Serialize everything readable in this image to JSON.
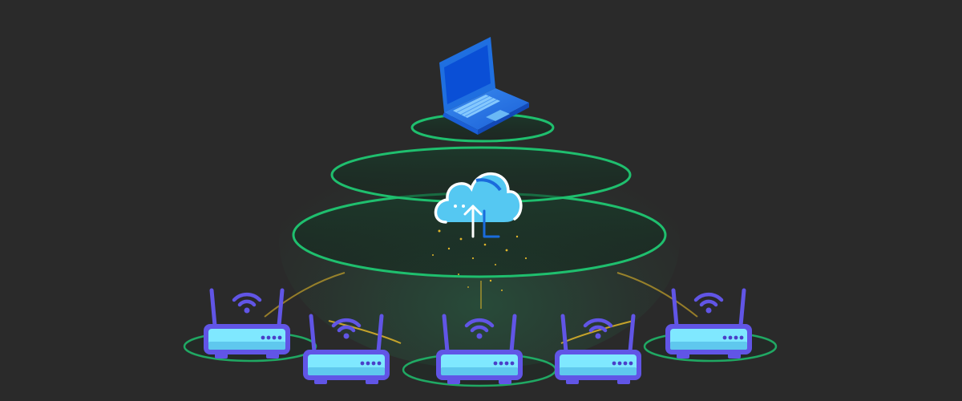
{
  "colors": {
    "background": "#2a2a2a",
    "ring_green": "#1fbf6e",
    "accent_line_green": "#1fd37a",
    "connection_gold": "#e0b52a",
    "router_purple": "#6155e6",
    "router_face": "#7fe8ff",
    "laptop_blue": "#1f6fe0",
    "laptop_screen": "#0a4fd6",
    "cloud_cyan": "#55c8f2",
    "cloud_blue_arrow": "#1a6bdc"
  },
  "icons": {
    "laptop": "laptop-icon",
    "cloud": "cloud-upload-icon",
    "router": "wifi-router-icon",
    "wifi": "wifi-signal-icon"
  },
  "routers": [
    {
      "id": "router-1"
    },
    {
      "id": "router-2"
    },
    {
      "id": "router-3"
    },
    {
      "id": "router-4"
    },
    {
      "id": "router-5"
    }
  ]
}
